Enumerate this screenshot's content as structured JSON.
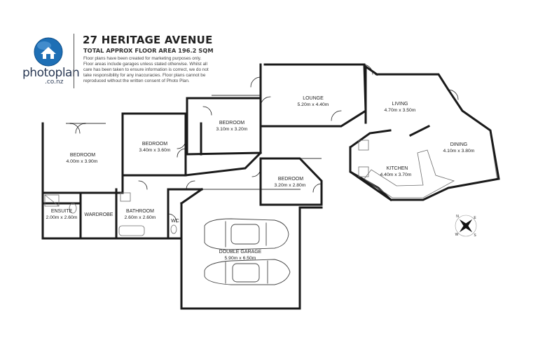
{
  "brand": {
    "name": "photoplan",
    "domain": ".co.nz",
    "accent": "#1e6fb5"
  },
  "header": {
    "title": "27 HERITAGE AVENUE",
    "subtitle": "TOTAL APPROX FLOOR AREA 196.2 SQM",
    "disclaimer": "Floor plans have been created for marketing purposes only. Floor areas include garages unless stated otherwise. Whilst all care has been taken to ensure information is correct, we do not take responsibility for any inaccuracies. Floor plans cannot be reproduced without the written consent of Photo Plan."
  },
  "rooms": [
    {
      "id": "lounge",
      "name": "LOUNGE",
      "dims": "5.20m  x 4.40m"
    },
    {
      "id": "living",
      "name": "LIVING",
      "dims": "4.70m  x 3.50m"
    },
    {
      "id": "dining",
      "name": "DINING",
      "dims": "4.10m  x 3.80m"
    },
    {
      "id": "kitchen",
      "name": "KITCHEN",
      "dims": "4.40m  x 3.70m"
    },
    {
      "id": "bedroom-a",
      "name": "BEDROOM",
      "dims": "3.10m  x 3.20m"
    },
    {
      "id": "bedroom-b",
      "name": "BEDROOM",
      "dims": "3.40m  x 3.60m"
    },
    {
      "id": "bedroom-c",
      "name": "BEDROOM",
      "dims": "4.00m  x 3.90m"
    },
    {
      "id": "bedroom-d",
      "name": "BEDROOM",
      "dims": "3.20m  x 2.80m"
    },
    {
      "id": "ensuite",
      "name": "ENSUITE",
      "dims": "2.00m  x 2.60m"
    },
    {
      "id": "wardrobe",
      "name": "WARDROBE",
      "dims": ""
    },
    {
      "id": "bathroom",
      "name": "BATHROOM",
      "dims": "2.60m  x 2.60m"
    },
    {
      "id": "wc",
      "name": "WC",
      "dims": ""
    },
    {
      "id": "garage",
      "name": "DOUBLE GARAGE",
      "dims": "5.90m  x 6.50m"
    }
  ],
  "compass": {
    "letters": [
      "N",
      "S",
      "E",
      "W"
    ]
  },
  "colors": {
    "wall": "#1a1a1a",
    "window": "#9a9a9a",
    "fixture": "#6d6d6d"
  }
}
